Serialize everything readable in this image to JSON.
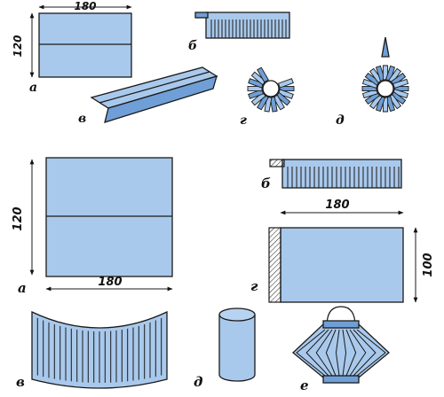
{
  "labels": {
    "top_a": "а",
    "top_b": "б",
    "top_v": "в",
    "top_g": "г",
    "top_d": "д",
    "bot_a": "а",
    "bot_b": "б",
    "bot_v": "в",
    "bot_g": "г",
    "bot_d": "д",
    "bot_e": "е"
  },
  "dimensions": {
    "top_width": "180",
    "top_height": "120",
    "bot_width": "180",
    "bot_height": "120",
    "g_width": "180",
    "g_height": "100"
  },
  "colors": {
    "paper": "#a9c9ec",
    "paper_dark": "#6f9fd6",
    "outline": "#1a1a1a"
  }
}
